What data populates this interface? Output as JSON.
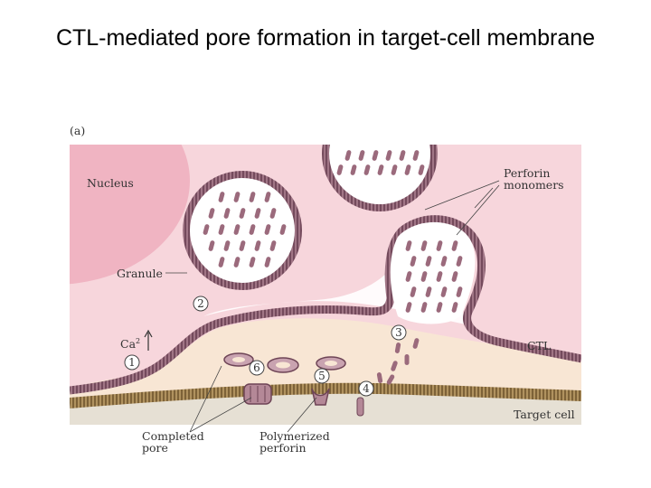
{
  "slide": {
    "title": "CTL-mediated pore formation in target-cell membrane"
  },
  "figure": {
    "panel": "(a)",
    "labels": {
      "nucleus": "Nucleus",
      "granule": "Granule",
      "perforin_monomers": "Perforin monomers",
      "ctl": "CTL",
      "target_cell": "Target cell",
      "calcium": "Ca",
      "calcium_sup": "2",
      "completed_pore": "Completed pore",
      "polymerized_perforin": "Polymerized perforin"
    },
    "steps": [
      "1",
      "2",
      "3",
      "4",
      "5",
      "6"
    ],
    "colors": {
      "cytoplasm": "#f7d6dc",
      "nucleus": "#f0b4c2",
      "granule_interior": "#ffffff",
      "membrane": "#9b6a7c",
      "membrane_dark": "#6e4456",
      "synapse": "#f8e6d4",
      "target_membrane": "#a88a5e",
      "target_cytoplasm": "#e6e0d4"
    }
  }
}
